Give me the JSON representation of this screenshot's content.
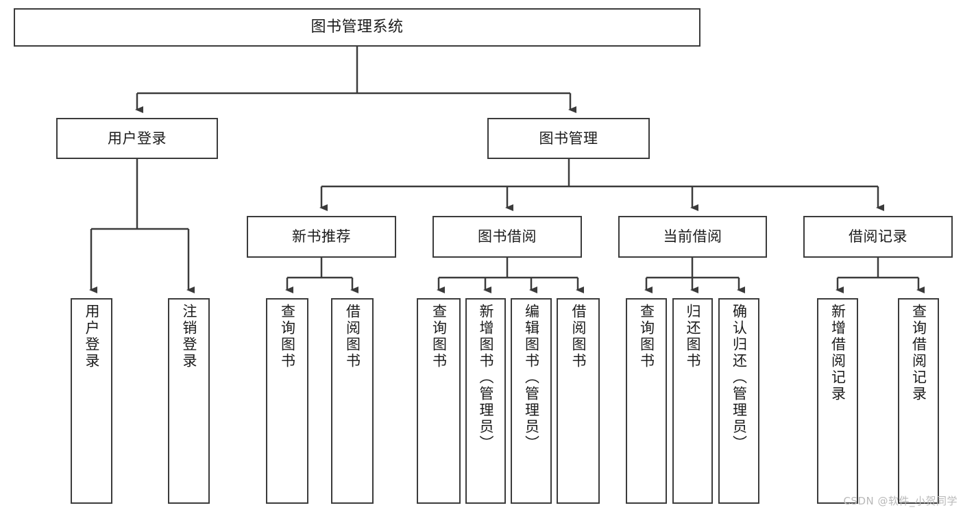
{
  "diagram": {
    "title": "图书管理系统",
    "type": "tree",
    "watermark": "CSDN @软件_小贺同学",
    "colors": {
      "background": "#ffffff",
      "stroke": "#3b3b3b",
      "text": "#1b1b1b",
      "watermark": "#b9b9b9"
    },
    "nodes": {
      "root": {
        "label": "图书管理系统"
      },
      "level1": [
        {
          "label": "用户登录"
        },
        {
          "label": "图书管理"
        }
      ],
      "level2": [
        {
          "label": "新书推荐"
        },
        {
          "label": "图书借阅"
        },
        {
          "label": "当前借阅"
        },
        {
          "label": "借阅记录"
        }
      ],
      "leaves": {
        "user_login": [
          {
            "label": "用户登录"
          },
          {
            "label": "注销登录"
          }
        ],
        "new_book": [
          {
            "label": "查询图书"
          },
          {
            "label": "借阅图书"
          }
        ],
        "book_borrow": [
          {
            "label": "查询图书"
          },
          {
            "label": "新增图书（管理员）"
          },
          {
            "label": "编辑图书（管理员）"
          },
          {
            "label": "借阅图书"
          }
        ],
        "current_borrow": [
          {
            "label": "查询图书"
          },
          {
            "label": "归还图书"
          },
          {
            "label": "确认归还（管理员）"
          }
        ],
        "borrow_record": [
          {
            "label": "新增借阅记录"
          },
          {
            "label": "查询借阅记录"
          }
        ]
      }
    }
  }
}
